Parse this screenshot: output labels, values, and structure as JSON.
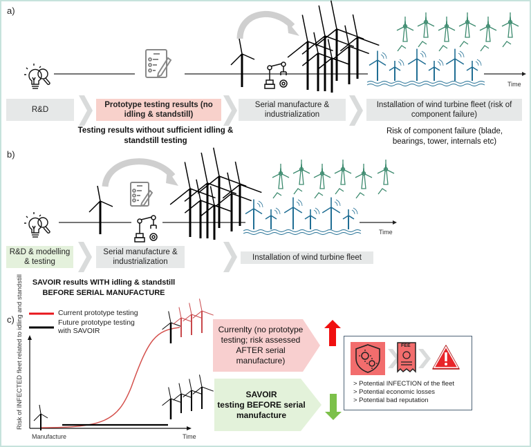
{
  "panel_a": {
    "label": "a)",
    "stages": [
      {
        "text": "R&D",
        "style": "gray"
      },
      {
        "text": "Prototype testing results (no idling & standstill)",
        "style": "pink"
      },
      {
        "text": "Serial manufacture & industrialization",
        "style": "gray"
      },
      {
        "text": "Installation of wind turbine fleet (risk of component failure)",
        "style": "gray"
      }
    ],
    "note_testing": "Testing results without sufficient idling & standstill testing",
    "note_risk": "Risk of component failure (blade, bearings, tower, internals etc)",
    "time_label": "Time",
    "icons": [
      "lightbulb-research-icon",
      "checklist-icon",
      "wind-turbine-icon",
      "robot-arm-icon",
      "turbine-cluster-icon",
      "onshore-turbine-fleet-icon",
      "offshore-turbine-fleet-icon"
    ]
  },
  "panel_b": {
    "label": "b)",
    "stages": [
      {
        "text": "R&D & modelling & testing",
        "style": "green"
      },
      {
        "text": "Serial manufacture & industrialization",
        "style": "gray"
      },
      {
        "text": "Installation of wind turbine fleet",
        "style": "gray"
      }
    ],
    "note_savoir": "SAVOIR results WITH idling & standstill BEFORE SERIAL MANUFACTURE",
    "time_label": "Time"
  },
  "panel_c": {
    "label": "c)",
    "legend": [
      {
        "label": "Current prototype testing",
        "color": "#e8151b"
      },
      {
        "label": "Future prototype testing with SAVOIR",
        "color": "#000000"
      }
    ],
    "y_axis_label": "Risk of INFECTED fleet related to idling and standstill",
    "x_axis_start": "Manufacture",
    "x_axis_end": "Time",
    "callout_current": "Currenlty (no prototype testing; risk assessed AFTER serial manufacture)",
    "callout_savoir_line1": "SAVOIR",
    "callout_savoir_line2": "testing BEFORE serial manufacture",
    "arrow_up_color": "#f00f0f",
    "arrow_down_color": "#7cc04a",
    "consequences_icons": [
      "infection-shield-icon",
      "fee-bill-icon",
      "warning-triangle-icon"
    ],
    "fee_text": "FEE",
    "consequences": [
      "> Potential INFECTION of the fleet",
      "> Potential economic losses",
      "> Potential bad reputation"
    ]
  },
  "colors": {
    "frame": "#c6e2dc",
    "stage_gray": "#e6e8e8",
    "stage_pink": "#f8d1cb",
    "stage_green": "#e4f1dc",
    "callout_pink": "#f8cfcf",
    "callout_green": "#e3f2da",
    "onshore_teal": "#3c8a6e",
    "offshore_blue": "#1f6d93"
  }
}
